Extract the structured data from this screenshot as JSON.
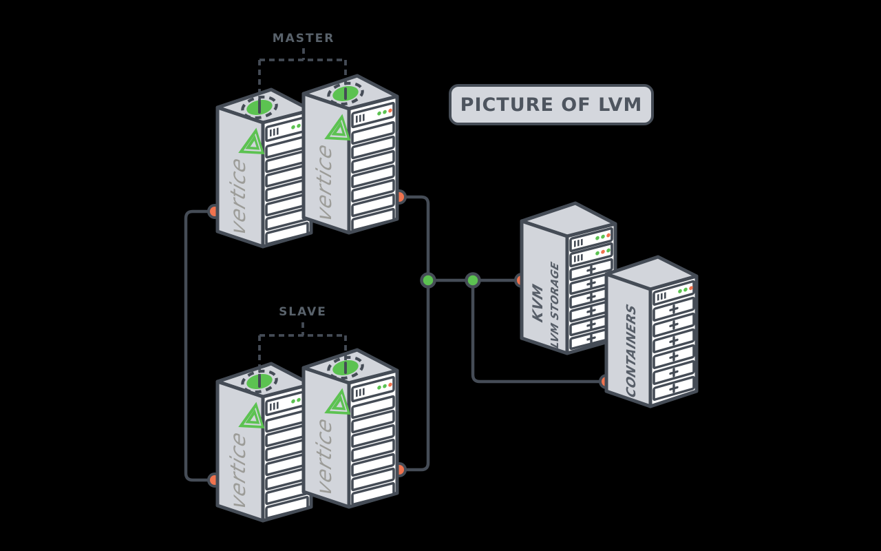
{
  "title": {
    "label": "PICTURE OF LVM"
  },
  "groups": {
    "master": {
      "label": "MASTER"
    },
    "slave": {
      "label": "SLAVE"
    }
  },
  "brand": {
    "name": "vertice"
  },
  "right_servers": {
    "kvm": {
      "label_line1": "KVM",
      "label_line2": "LVM STORAGE"
    },
    "containers": {
      "label": "CONTAINERS"
    }
  },
  "colors": {
    "background": "#000000",
    "dark": "#454c56",
    "face": "#d2d5db",
    "white": "#ffffff",
    "green": "#5cc251",
    "orange": "#f0734e",
    "brand-text": "#9c9c98",
    "side-text": "#575e68",
    "label-text": "#59626b",
    "title-text": "#4e555f",
    "title-bg": "#d4d7dd"
  }
}
